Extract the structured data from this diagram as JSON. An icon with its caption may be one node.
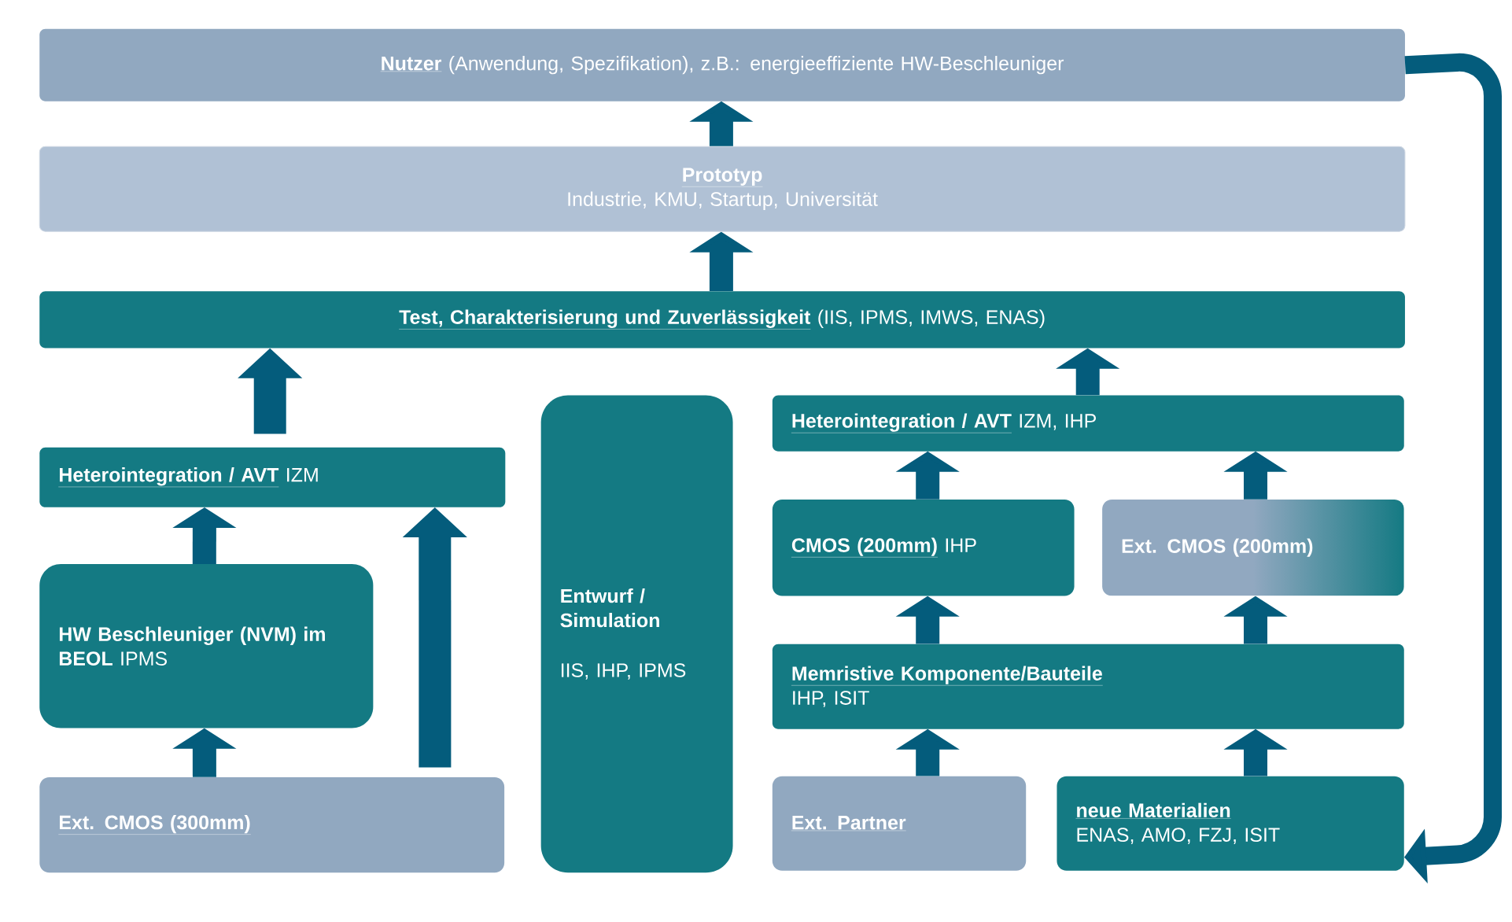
{
  "diagram": {
    "nodes": [
      {
        "text": [
          "Nutzer",
          "(Anwendung, Spezifikation), z.B.: energieeffiziente HW-Beschleuniger"
        ]
      },
      {
        "text": [
          "Prototyp",
          "Industrie, KMU, Startup, Universität"
        ]
      },
      {
        "text": [
          "Test, Charakterisierung und Zuverlässigkeit",
          "(IIS, IPMS, IMWS, ENAS)"
        ]
      },
      {
        "text": [
          "Heterointegration / AVT",
          "IZM"
        ]
      },
      {
        "text": [
          "HW Beschleuniger (NVM) im BEOL",
          "IPMS"
        ]
      },
      {
        "text": [
          "Ext. CMOS (300mm)"
        ]
      },
      {
        "text": [
          "Entwurf / Simulation",
          "IIS, IHP, IPMS"
        ]
      },
      {
        "text": [
          "Heterointegration / AVT",
          "IZM, IHP"
        ]
      },
      {
        "text": [
          "CMOS (200mm)",
          "IHP"
        ]
      },
      {
        "text": [
          "Ext. CMOS (200mm)"
        ]
      },
      {
        "text": [
          "Memristive Komponente/Bauteile",
          "IHP, ISIT"
        ]
      },
      {
        "text": [
          "Ext. Partner"
        ]
      },
      {
        "text": [
          "neue Materialien",
          "ENAS, AMO, FZJ, ISIT"
        ]
      }
    ],
    "edges": [
      {
        "from": 1,
        "to": 0,
        "arrow": "to"
      },
      {
        "from": 2,
        "to": 1,
        "arrow": "to"
      },
      {
        "from": 3,
        "to": 2,
        "arrow": "to"
      },
      {
        "from": 4,
        "to": 3,
        "arrow": "to"
      },
      {
        "from": 5,
        "to": 4,
        "arrow": "to"
      },
      {
        "from": 5,
        "to": 3,
        "arrow": "to"
      },
      {
        "from": 7,
        "to": 2,
        "arrow": "to"
      },
      {
        "from": 8,
        "to": 7,
        "arrow": "to"
      },
      {
        "from": 9,
        "to": 7,
        "arrow": "to"
      },
      {
        "from": 10,
        "to": 8,
        "arrow": "to"
      },
      {
        "from": 10,
        "to": 9,
        "arrow": "to"
      },
      {
        "from": 11,
        "to": 10,
        "arrow": "to"
      },
      {
        "from": 12,
        "to": 10,
        "arrow": "to"
      },
      {
        "from": 0,
        "to": 12,
        "arrow": "to"
      }
    ]
  }
}
